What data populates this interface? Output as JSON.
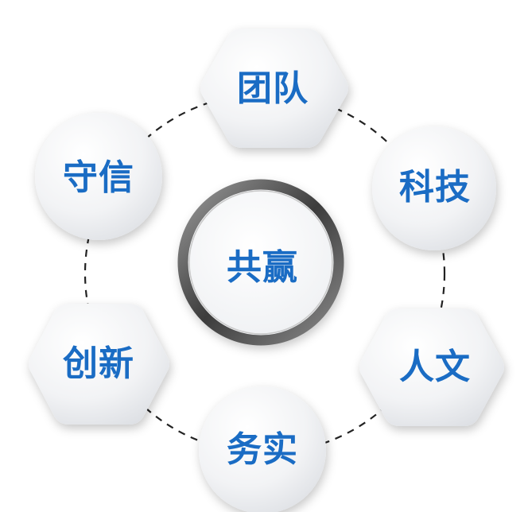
{
  "center": {
    "label": "共赢"
  },
  "nodes": [
    {
      "id": "team",
      "label": "团队",
      "shape": "hexagon"
    },
    {
      "id": "tech",
      "label": "科技",
      "shape": "circle"
    },
    {
      "id": "humanity",
      "label": "人文",
      "shape": "hexagon"
    },
    {
      "id": "pragmatic",
      "label": "务实",
      "shape": "circle"
    },
    {
      "id": "innovation",
      "label": "创新",
      "shape": "hexagon"
    },
    {
      "id": "integrity",
      "label": "守信",
      "shape": "circle"
    }
  ],
  "colors": {
    "text": "#1a6cc4",
    "node_fill_light": "#ffffff",
    "node_fill_dark": "#dde0e5",
    "ring_dark": "#4a4a4a",
    "dashed_line": "#222222"
  }
}
